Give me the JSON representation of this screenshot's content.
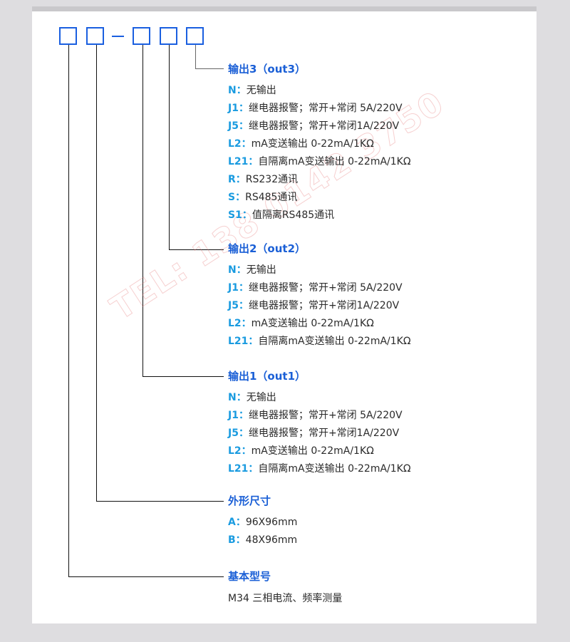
{
  "code_template": {
    "boxes": 5,
    "separator": "–",
    "box_color": "#1a5fe0"
  },
  "colors": {
    "heading": "#1a5fd6",
    "code_label": "#1a9be0",
    "body_text": "#2a2a2a",
    "background": "#dedde0",
    "panel": "#ffffff"
  },
  "sections": {
    "out3": {
      "heading": "输出3（out3）",
      "options": [
        {
          "code": "N：",
          "desc": "无输出"
        },
        {
          "code": "J1：",
          "desc": "继电器报警；常开+常闭 5A/220V"
        },
        {
          "code": "J5：",
          "desc": "继电器报警；常开+常闭1A/220V"
        },
        {
          "code": "L2：",
          "desc": "mA变送输出 0-22mA/1KΩ"
        },
        {
          "code": "L21：",
          "desc": "自隔离mA变送输出 0-22mA/1KΩ"
        },
        {
          "code": "R：",
          "desc": "RS232通讯"
        },
        {
          "code": "S：",
          "desc": "RS485通讯"
        },
        {
          "code": "S1：",
          "desc": "值隔离RS485通讯"
        }
      ]
    },
    "out2": {
      "heading": "输出2（out2）",
      "options": [
        {
          "code": "N：",
          "desc": "无输出"
        },
        {
          "code": "J1：",
          "desc": "继电器报警；常开+常闭 5A/220V"
        },
        {
          "code": "J5：",
          "desc": "继电器报警；常开+常闭1A/220V"
        },
        {
          "code": "L2：",
          "desc": "mA变送输出 0-22mA/1KΩ"
        },
        {
          "code": "L21：",
          "desc": "自隔离mA变送输出 0-22mA/1KΩ"
        }
      ]
    },
    "out1": {
      "heading": "输出1（out1）",
      "options": [
        {
          "code": "N：",
          "desc": "无输出"
        },
        {
          "code": "J1：",
          "desc": "继电器报警；常开+常闭 5A/220V"
        },
        {
          "code": "J5：",
          "desc": "继电器报警；常开+常闭1A/220V"
        },
        {
          "code": "L2：",
          "desc": "mA变送输出 0-22mA/1KΩ"
        },
        {
          "code": "L21：",
          "desc": "自隔离mA变送输出 0-22mA/1KΩ"
        }
      ]
    },
    "size": {
      "heading": "外形尺寸",
      "options": [
        {
          "code": "A：",
          "desc": "96X96mm"
        },
        {
          "code": "B：",
          "desc": "48X96mm"
        }
      ]
    },
    "model": {
      "heading": "基本型号",
      "text": "M34 三相电流、频率测量"
    }
  },
  "watermark": "TEL: 138 0142 3750"
}
